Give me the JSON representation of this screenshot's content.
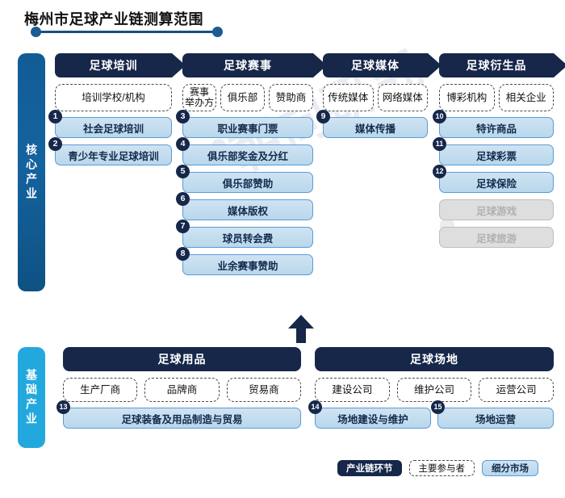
{
  "title": "梅州市足球产业链测算范围",
  "watermark": "朝向研究",
  "bands": {
    "core": "核心产业",
    "base": "基础产业"
  },
  "core_columns": [
    {
      "header": "足球培训",
      "participants": [
        "培训学校/机构"
      ],
      "segments": [
        {
          "num": "1",
          "label": "社会足球培训",
          "state": "active"
        },
        {
          "num": "2",
          "label": "青少年专业足球培训",
          "state": "active"
        }
      ]
    },
    {
      "header": "足球赛事",
      "participants": [
        "赛事\n举办方",
        "俱乐部",
        "赞助商"
      ],
      "segments": [
        {
          "num": "3",
          "label": "职业赛事门票",
          "state": "active"
        },
        {
          "num": "4",
          "label": "俱乐部奖金及分红",
          "state": "active"
        },
        {
          "num": "5",
          "label": "俱乐部赞助",
          "state": "active"
        },
        {
          "num": "6",
          "label": "媒体版权",
          "state": "active"
        },
        {
          "num": "7",
          "label": "球员转会费",
          "state": "active"
        },
        {
          "num": "8",
          "label": "业余赛事赞助",
          "state": "active"
        }
      ]
    },
    {
      "header": "足球媒体",
      "participants": [
        "传统媒体",
        "网络媒体"
      ],
      "segments": [
        {
          "num": "9",
          "label": "媒体传播",
          "state": "active"
        }
      ]
    },
    {
      "header": "足球衍生品",
      "participants": [
        "博彩机构",
        "相关企业"
      ],
      "segments": [
        {
          "num": "10",
          "label": "特许商品",
          "state": "active"
        },
        {
          "num": "11",
          "label": "足球彩票",
          "state": "active"
        },
        {
          "num": "12",
          "label": "足球保险",
          "state": "active"
        },
        {
          "num": "",
          "label": "足球游戏",
          "state": "disabled"
        },
        {
          "num": "",
          "label": "足球旅游",
          "state": "disabled"
        }
      ]
    }
  ],
  "base_columns": [
    {
      "header": "足球用品",
      "participants": [
        "生产厂商",
        "品牌商",
        "贸易商"
      ],
      "segments": [
        {
          "num": "13",
          "label": "足球装备及用品制造与贸易",
          "state": "active"
        }
      ]
    },
    {
      "header": "足球场地",
      "participants": [
        "建设公司",
        "维护公司",
        "运营公司"
      ],
      "segments": [
        {
          "num": "14",
          "label": "场地建设与维护",
          "state": "active"
        },
        {
          "num": "15",
          "label": "场地运营",
          "state": "active"
        }
      ]
    }
  ],
  "legend": [
    {
      "label": "产业链环节",
      "style": "dark"
    },
    {
      "label": "主要参与者",
      "style": "dashed"
    },
    {
      "label": "细分市场",
      "style": "light"
    }
  ]
}
